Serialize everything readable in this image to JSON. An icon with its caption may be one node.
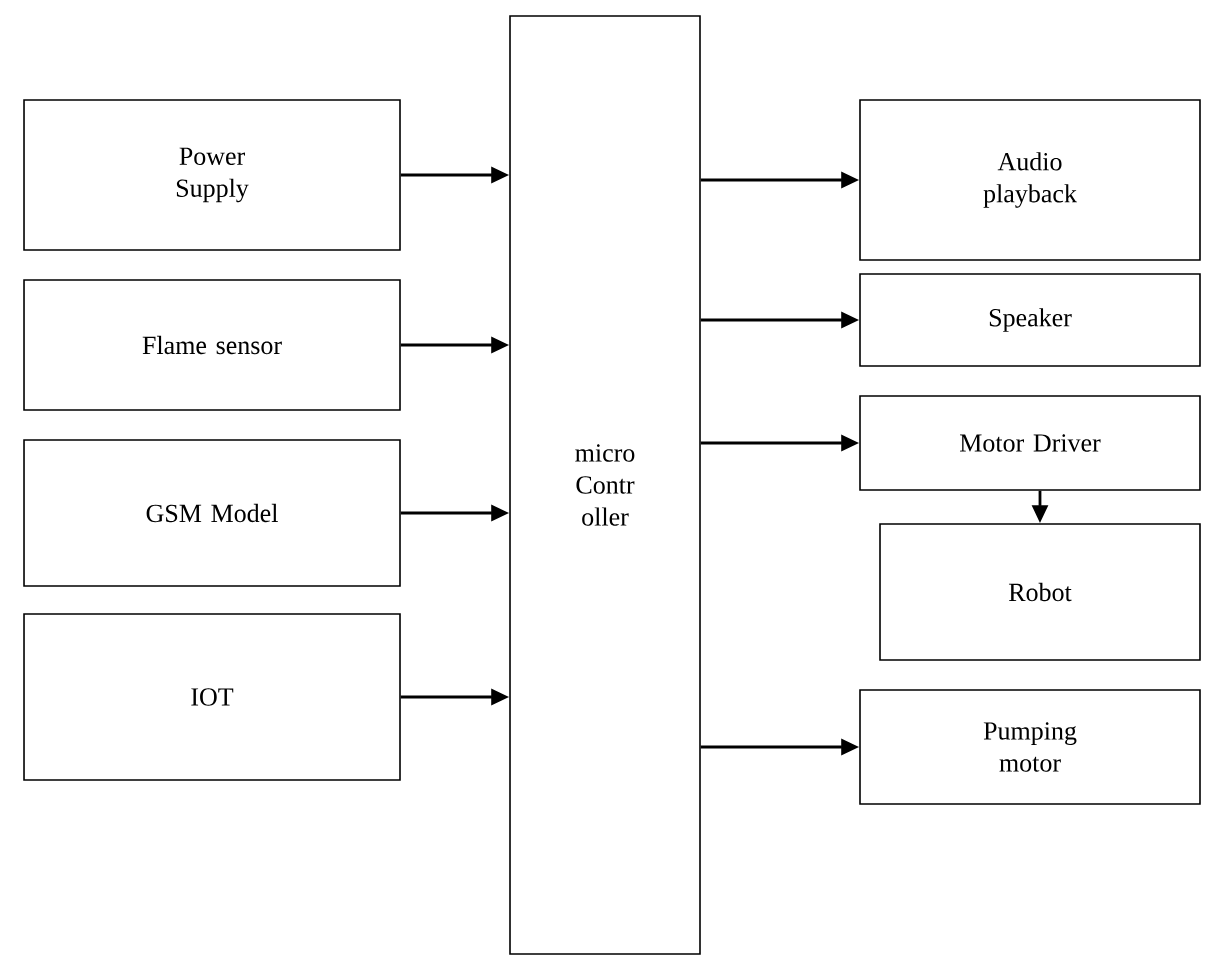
{
  "diagram": {
    "nodes": [
      {
        "text": [
          "Power Supply"
        ]
      },
      {
        "text": [
          "Flame sensor"
        ]
      },
      {
        "text": [
          "GSM Model"
        ]
      },
      {
        "text": [
          "IOT"
        ]
      },
      {
        "text": [
          "micro Contr oller"
        ]
      },
      {
        "text": [
          "Audio playback"
        ]
      },
      {
        "text": [
          "Speaker"
        ]
      },
      {
        "text": [
          "Motor Driver"
        ]
      },
      {
        "text": [
          "Robot"
        ]
      },
      {
        "text": [
          "Pumping motor"
        ]
      }
    ],
    "edges": [
      {
        "from": 0,
        "to": 4,
        "arrow": "to"
      },
      {
        "from": 1,
        "to": 4,
        "arrow": "to"
      },
      {
        "from": 2,
        "to": 4,
        "arrow": "to"
      },
      {
        "from": 3,
        "to": 4,
        "arrow": "to"
      },
      {
        "from": 4,
        "to": 5,
        "arrow": "to"
      },
      {
        "from": 4,
        "to": 6,
        "arrow": "to"
      },
      {
        "from": 4,
        "to": 7,
        "arrow": "to"
      },
      {
        "from": 7,
        "to": 8,
        "arrow": "to"
      },
      {
        "from": 4,
        "to": 9,
        "arrow": "to"
      }
    ]
  }
}
